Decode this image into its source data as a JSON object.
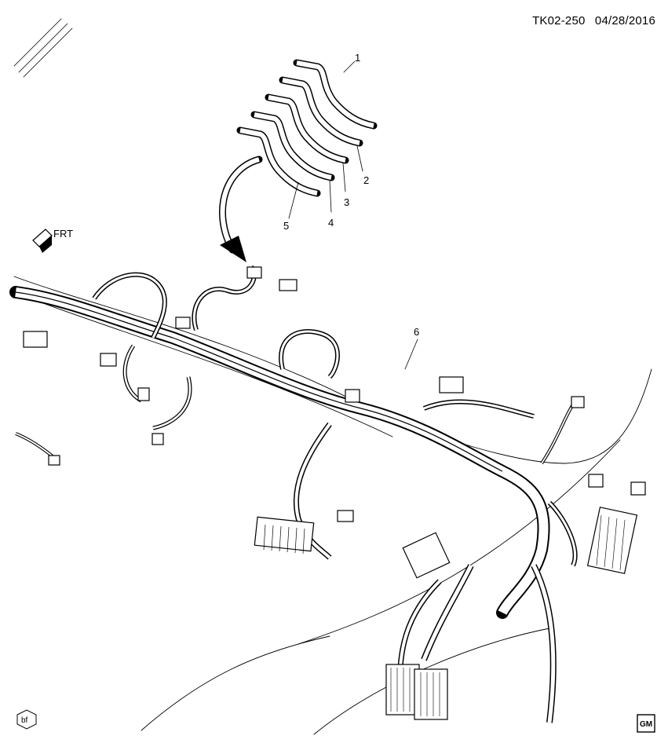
{
  "header": {
    "illustration_code": "TK02-250",
    "date": "04/28/2016"
  },
  "direction_indicator": {
    "label": "FRT"
  },
  "callouts": {
    "c1": "1",
    "c2": "2",
    "c3": "3",
    "c4": "4",
    "c5": "5",
    "c6": "6"
  },
  "footer": {
    "left_badge": "bf",
    "right_logo": "GM"
  }
}
